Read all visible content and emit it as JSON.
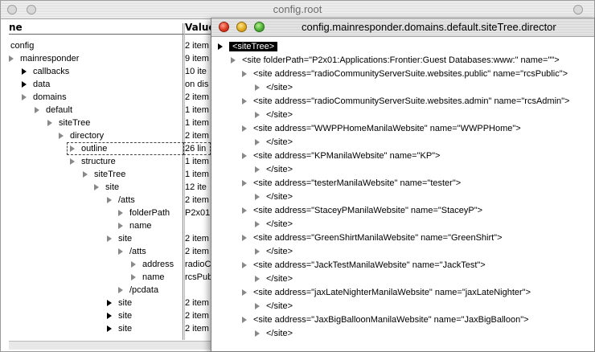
{
  "back_window": {
    "title": "config.root",
    "col_name": "ne",
    "col_value": "Value",
    "rows": [
      {
        "label": "config",
        "value": "2 item"
      },
      {
        "label": "mainresponder",
        "value": "9 item"
      },
      {
        "label": "callbacks",
        "value": "10 ite"
      },
      {
        "label": "data",
        "value": "on dis"
      },
      {
        "label": "domains",
        "value": "2 item"
      },
      {
        "label": "default",
        "value": "1 item"
      },
      {
        "label": "siteTree",
        "value": "1 item"
      },
      {
        "label": "directory",
        "value": "2 item"
      },
      {
        "label": "outline",
        "value": "26 lin"
      },
      {
        "label": "structure",
        "value": "1 item"
      },
      {
        "label": "siteTree",
        "value": "1 item"
      },
      {
        "label": "site",
        "value": "12 ite"
      },
      {
        "label": "/atts",
        "value": "2 item"
      },
      {
        "label": "folderPath",
        "value": "P2x01"
      },
      {
        "label": "name",
        "value": ""
      },
      {
        "label": "site",
        "value": "2 item"
      },
      {
        "label": "/atts",
        "value": "2 item"
      },
      {
        "label": "address",
        "value": "radioC"
      },
      {
        "label": "name",
        "value": "rcsPub"
      },
      {
        "label": "/pcdata",
        "value": ""
      },
      {
        "label": "site",
        "value": "2 item"
      },
      {
        "label": "site",
        "value": "2 item"
      },
      {
        "label": "site",
        "value": "2 item"
      }
    ]
  },
  "front_window": {
    "title": "config.mainresponder.domains.default.siteTree.director",
    "rows": [
      {
        "text": "<siteTree>"
      },
      {
        "text": "<site folderPath=\"P2x01:Applications:Frontier:Guest Databases:www:\" name=\"\">"
      },
      {
        "text": "<site address=\"radioCommunityServerSuite.websites.public\" name=\"rcsPublic\">"
      },
      {
        "text": "</site>"
      },
      {
        "text": "<site address=\"radioCommunityServerSuite.websites.admin\" name=\"rcsAdmin\">"
      },
      {
        "text": "</site>"
      },
      {
        "text": "<site address=\"WWPPHomeManilaWebsite\" name=\"WWPPHome\">"
      },
      {
        "text": "</site>"
      },
      {
        "text": "<site address=\"KPManilaWebsite\" name=\"KP\">"
      },
      {
        "text": "</site>"
      },
      {
        "text": "<site address=\"testerManilaWebsite\" name=\"tester\">"
      },
      {
        "text": "</site>"
      },
      {
        "text": "<site address=\"StaceyPManilaWebsite\" name=\"StaceyP\">"
      },
      {
        "text": "</site>"
      },
      {
        "text": "<site address=\"GreenShirtManilaWebsite\" name=\"GreenShirt\">"
      },
      {
        "text": "</site>"
      },
      {
        "text": "<site address=\"JackTestManilaWebsite\" name=\"JackTest\">"
      },
      {
        "text": "</site>"
      },
      {
        "text": "<site address=\"jaxLateNighterManilaWebsite\" name=\"jaxLateNighter\">"
      },
      {
        "text": "</site>"
      },
      {
        "text": "<site address=\"JaxBigBalloonManilaWebsite\" name=\"JaxBigBalloon\">"
      },
      {
        "text": "</site>"
      }
    ]
  }
}
